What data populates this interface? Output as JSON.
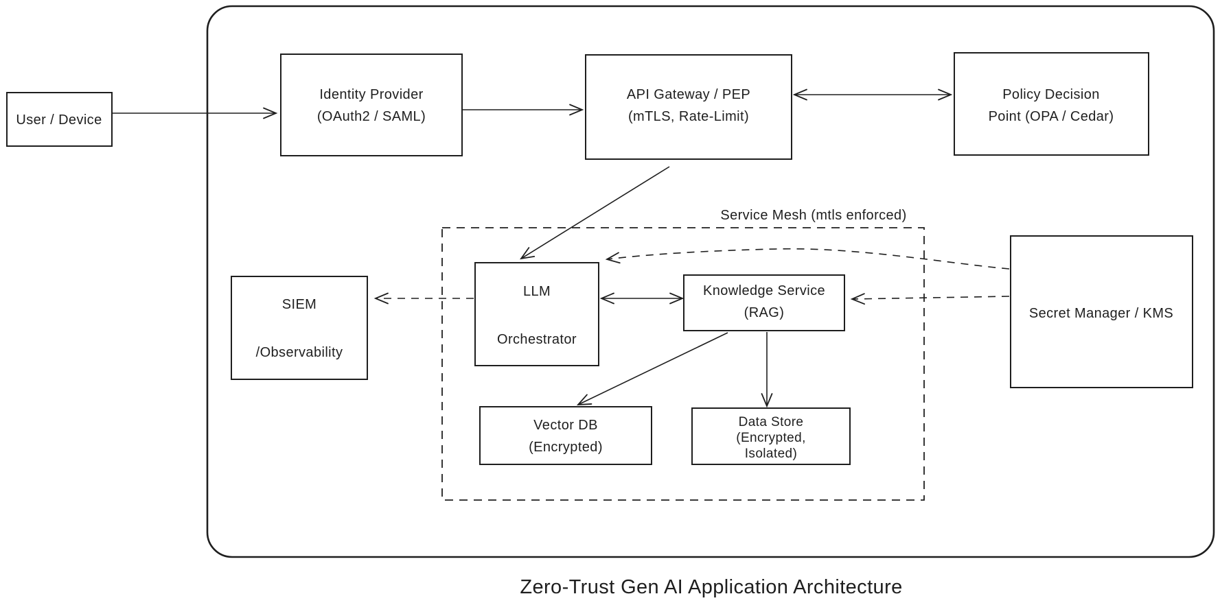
{
  "diagram": {
    "title": "Zero-Trust Gen AI Application Architecture",
    "service_mesh": {
      "label": "Service Mesh (mtls enforced)",
      "border_style": "dashed"
    },
    "colors": {
      "stroke": "#1e1e1e",
      "background": "#ffffff"
    },
    "nodes": {
      "user_device": {
        "lines": [
          "User / Device"
        ]
      },
      "identity_provider": {
        "lines": [
          "Identity Provider",
          "(OAuth2 / SAML)"
        ]
      },
      "api_gateway": {
        "lines": [
          "API Gateway / PEP",
          "(mTLS, Rate-Limit)"
        ]
      },
      "policy_decision_point": {
        "lines": [
          "Policy Decision",
          "Point (OPA / Cedar)"
        ]
      },
      "siem": {
        "lines": [
          "SIEM",
          "/Observability"
        ]
      },
      "llm_orchestrator": {
        "lines": [
          "LLM",
          "Orchestrator"
        ]
      },
      "knowledge_service": {
        "lines": [
          "Knowledge Service",
          "(RAG)"
        ]
      },
      "secret_manager": {
        "lines": [
          "Secret Manager / KMS"
        ]
      },
      "vector_db": {
        "lines": [
          "Vector DB",
          "(Encrypted)"
        ]
      },
      "data_store": {
        "lines": [
          "Data Store",
          "(Encrypted,",
          "Isolated)"
        ]
      }
    },
    "edges": [
      {
        "from": "user_device",
        "to": "identity_provider",
        "style": "solid",
        "arrow": "end"
      },
      {
        "from": "identity_provider",
        "to": "api_gateway",
        "style": "solid",
        "arrow": "end"
      },
      {
        "from": "api_gateway",
        "to": "policy_decision_point",
        "style": "solid",
        "arrow": "both"
      },
      {
        "from": "api_gateway",
        "to": "llm_orchestrator",
        "style": "solid",
        "arrow": "end"
      },
      {
        "from": "llm_orchestrator",
        "to": "knowledge_service",
        "style": "solid",
        "arrow": "both"
      },
      {
        "from": "knowledge_service",
        "to": "vector_db",
        "style": "solid",
        "arrow": "end"
      },
      {
        "from": "knowledge_service",
        "to": "data_store",
        "style": "solid",
        "arrow": "end"
      },
      {
        "from": "llm_orchestrator",
        "to": "siem",
        "style": "dashed",
        "arrow": "end"
      },
      {
        "from": "secret_manager",
        "to": "knowledge_service",
        "style": "dashed",
        "arrow": "end"
      },
      {
        "from": "secret_manager",
        "to": "llm_orchestrator",
        "style": "dashed",
        "arrow": "end"
      }
    ]
  }
}
